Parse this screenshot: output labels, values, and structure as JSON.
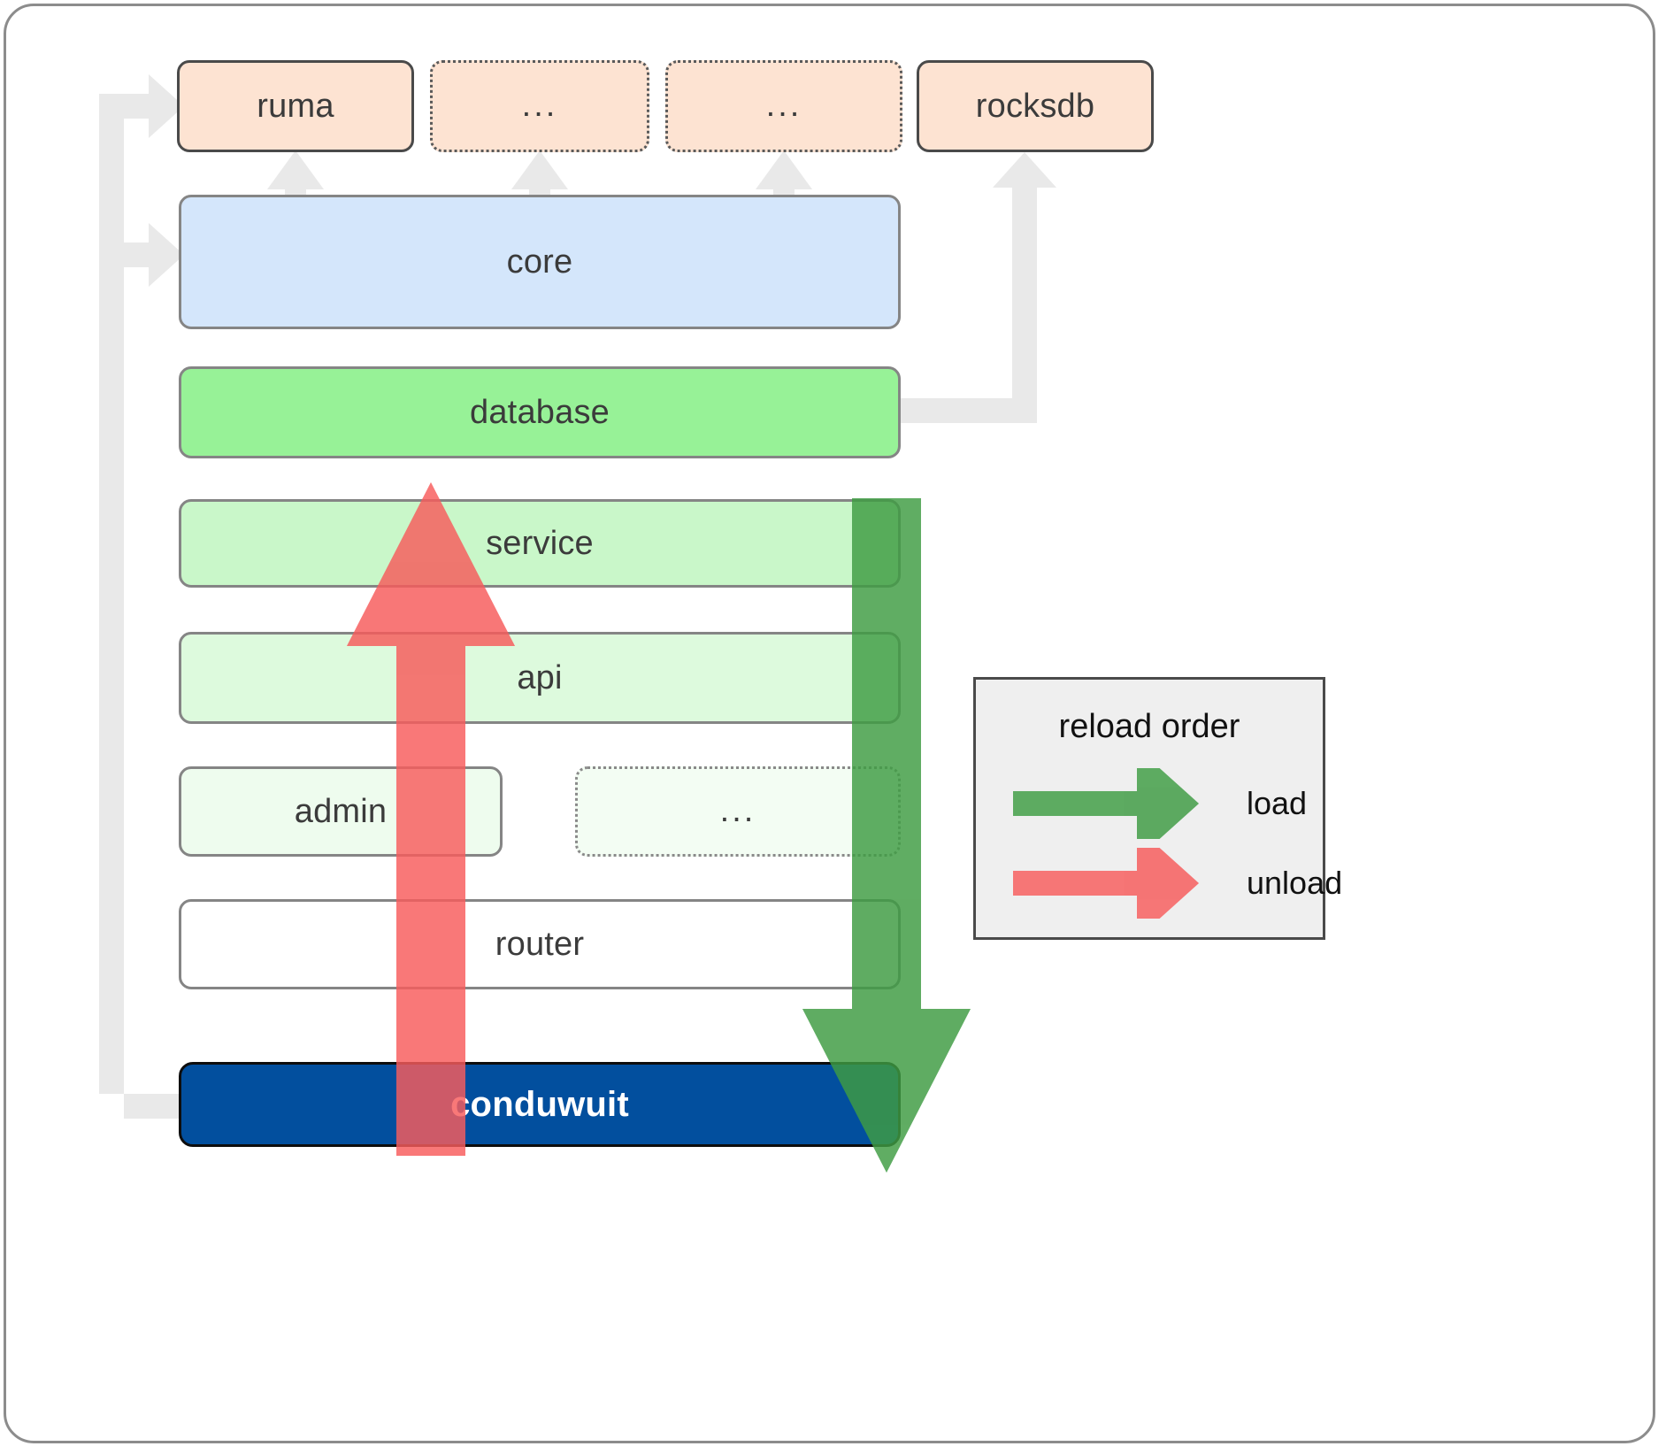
{
  "diagram": {
    "title": "conduwuit crate / reload-order architecture diagram",
    "colors": {
      "library_fill": "#fde3d2",
      "core_fill": "#d4e6fb",
      "database_fill": "#97f297",
      "service_fill": "#c9f7c9",
      "api_fill": "#ddfadd",
      "admin_fill": "#eefcee",
      "router_fill": "#ffffff",
      "conduwuit_fill": "#024f9e",
      "load_arrow": "#4caf50",
      "unload_arrow": "#f98080",
      "connector": "#e8e8e8",
      "legend_fill": "#efefef",
      "frame_border": "#8c8c8c"
    }
  },
  "libraries": [
    {
      "id": "ruma",
      "label": "ruma",
      "border": "solid"
    },
    {
      "id": "lib-a",
      "label": "...",
      "border": "dotted"
    },
    {
      "id": "lib-b",
      "label": "...",
      "border": "dotted"
    },
    {
      "id": "rocksdb",
      "label": "rocksdb",
      "border": "solid"
    }
  ],
  "core": {
    "label": "core"
  },
  "crates": [
    {
      "id": "database",
      "label": "database",
      "border": "solid"
    },
    {
      "id": "service",
      "label": "service",
      "border": "solid"
    },
    {
      "id": "api",
      "label": "api",
      "border": "solid"
    },
    {
      "id": "admin",
      "label": "admin",
      "border": "solid"
    },
    {
      "id": "more",
      "label": "...",
      "border": "dotted"
    },
    {
      "id": "router",
      "label": "router",
      "border": "solid"
    }
  ],
  "binary": {
    "label": "conduwuit"
  },
  "legend": {
    "title": "reload order",
    "items": [
      {
        "id": "load",
        "label": "load",
        "color": "#4caf50"
      },
      {
        "id": "unload",
        "label": "unload",
        "color": "#f98080"
      }
    ]
  }
}
